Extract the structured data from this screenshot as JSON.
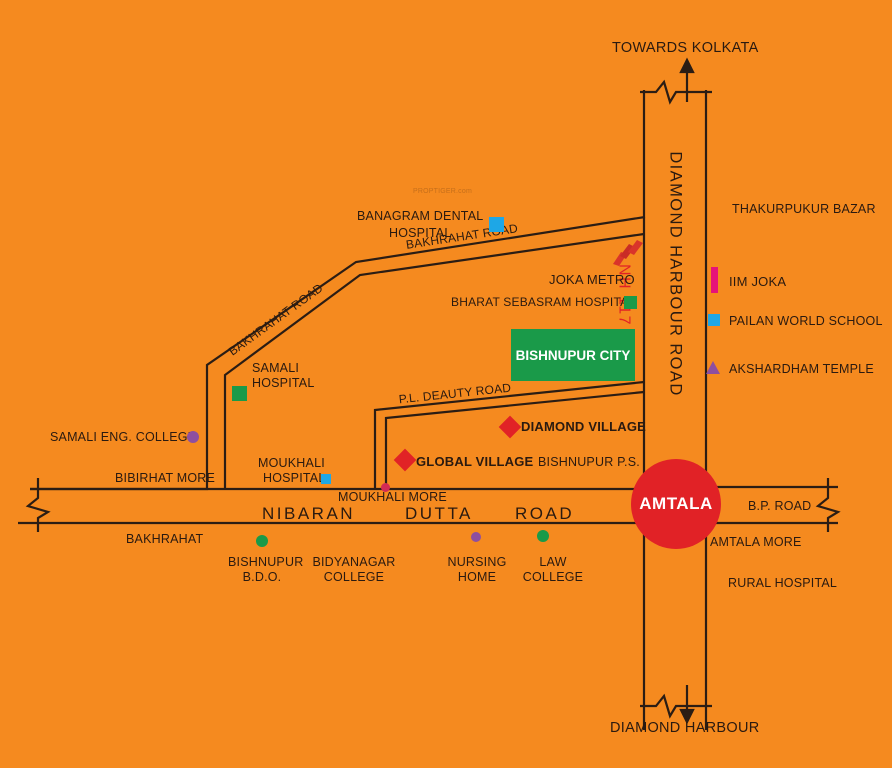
{
  "colors": {
    "background": "#f58a1f",
    "road": "#2b1d14",
    "project_green": "#1a9a49",
    "amtala_red": "#e12226",
    "red_diamond": "#e12226",
    "blue_square": "#1ea7e6",
    "green_square": "#1a9a49",
    "purple": "#8e4fa0",
    "pink": "#e6137a",
    "metro_red": "#d9342a"
  },
  "watermark": "PROPTIGER.com",
  "roads": {
    "diamond_harbour_road": "DIAMOND HARBOUR ROAD",
    "nh": "NH 117",
    "bakhrahat_road_1": "BAKHRAHAT  ROAD",
    "bakhrahat_road_2": "BAKHRAHAT  ROAD",
    "pl_deauty_road": "P.L. DEAUTY ROAD",
    "nibaran_dutta_road_1": "NIBARAN",
    "nibaran_dutta_road_2": "DUTTA",
    "nibaran_dutta_road_3": "ROAD",
    "bp_road": "B.P. ROAD"
  },
  "directions": {
    "towards_kolkata": "TOWARDS KOLKATA",
    "diamond_harbour": "DIAMOND HARBOUR"
  },
  "junction": "AMTALA",
  "project": "BISHNUPUR CITY",
  "places": {
    "banagram_1": "BANAGRAM DENTAL",
    "banagram_2": "HOSPITAL",
    "joka_metro": "JOKA METRO",
    "bharat_sebasram": "BHARAT SEBASRAM HOSPITAL",
    "samali_1": "SAMALI",
    "samali_2": "HOSPITAL",
    "samali_eng": "SAMALI ENG. COLLEGE",
    "bibirhat": "BIBIRHAT MORE",
    "moukhali_1": "MOUKHALI",
    "moukhali_2": "HOSPITAL",
    "moukhali_more": "MOUKHALI MORE",
    "diamond_village": "DIAMOND VILLAGE",
    "global_village": "GLOBAL VILLAGE",
    "bishnupur_ps": "BISHNUPUR P.S.",
    "thakurpukur": "THAKURPUKUR BAZAR",
    "iim_joka": "IIM JOKA",
    "pailan": "PAILAN WORLD SCHOOL",
    "akshardham": "AKSHARDHAM TEMPLE",
    "amtala_more": "AMTALA MORE",
    "rural_hospital": "RURAL HOSPITAL",
    "bakhrahat": "BAKHRAHAT",
    "bdo_1": "BISHNUPUR",
    "bdo_2": "B.D.O.",
    "bidyanagar_1": "BIDYANAGAR",
    "bidyanagar_2": "COLLEGE",
    "nursing_1": "NURSING",
    "nursing_2": "HOME",
    "law_1": "LAW",
    "law_2": "COLLEGE"
  }
}
